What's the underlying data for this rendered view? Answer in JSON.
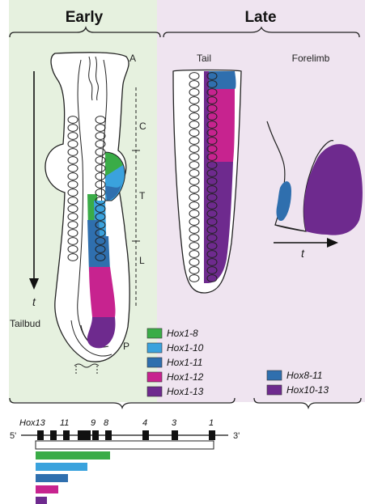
{
  "panels": {
    "early": {
      "title": "Early",
      "bg": "#e6f1df"
    },
    "late": {
      "title": "Late",
      "bg": "#efe4f0"
    }
  },
  "labels": {
    "anterior": "A",
    "posterior": "P",
    "cervical": "C",
    "thoracic": "T",
    "lumbar": "L",
    "time_early": "t",
    "time_late": "t",
    "tailbud": "Tailbud",
    "tail": "Tail",
    "forelimb": "Forelimb"
  },
  "legend_early": [
    {
      "label": "Hox1-8",
      "color": "#3aac47"
    },
    {
      "label": "Hox1-10",
      "color": "#3aa2dd"
    },
    {
      "label": "Hox1-11",
      "color": "#2f6fae"
    },
    {
      "label": "Hox1-12",
      "color": "#c7238f"
    },
    {
      "label": "Hox1-13",
      "color": "#6e2a8e"
    }
  ],
  "legend_late": [
    {
      "label": "Hox8-11",
      "color": "#2f6fae"
    },
    {
      "label": "Hox10-13",
      "color": "#6e2a8e"
    }
  ],
  "cluster": {
    "end5": "5'",
    "end3": "3'",
    "gene_labels": [
      "Hox13",
      "11",
      "9",
      "8",
      "4",
      "3",
      "1"
    ]
  }
}
